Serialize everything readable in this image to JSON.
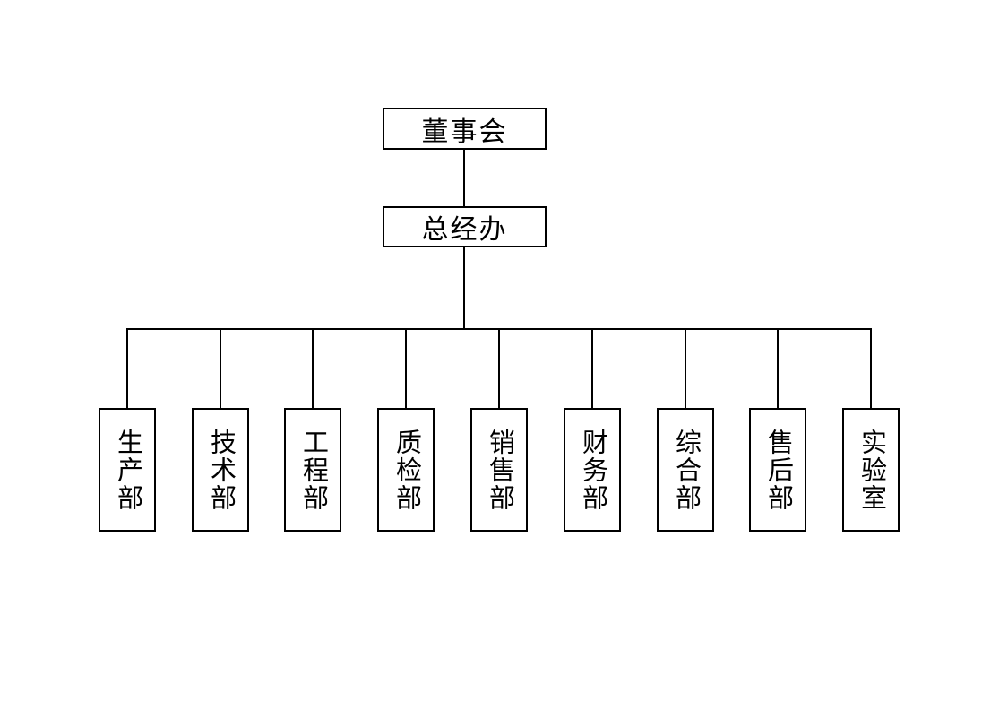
{
  "page": {
    "background_color": "#ffffff",
    "line_color": "#000000",
    "box_border_color": "#000000",
    "text_color": "#000000"
  },
  "org_chart": {
    "type": "org-tree",
    "levels": 3,
    "root": {
      "label": "董事会"
    },
    "middle": {
      "label": "总经办"
    },
    "departments": [
      {
        "label": "生产部"
      },
      {
        "label": "技术部"
      },
      {
        "label": "工程部"
      },
      {
        "label": "质检部"
      },
      {
        "label": "销售部"
      },
      {
        "label": "财务部"
      },
      {
        "label": "综合部"
      },
      {
        "label": "售后部"
      },
      {
        "label": "实验室"
      }
    ]
  }
}
